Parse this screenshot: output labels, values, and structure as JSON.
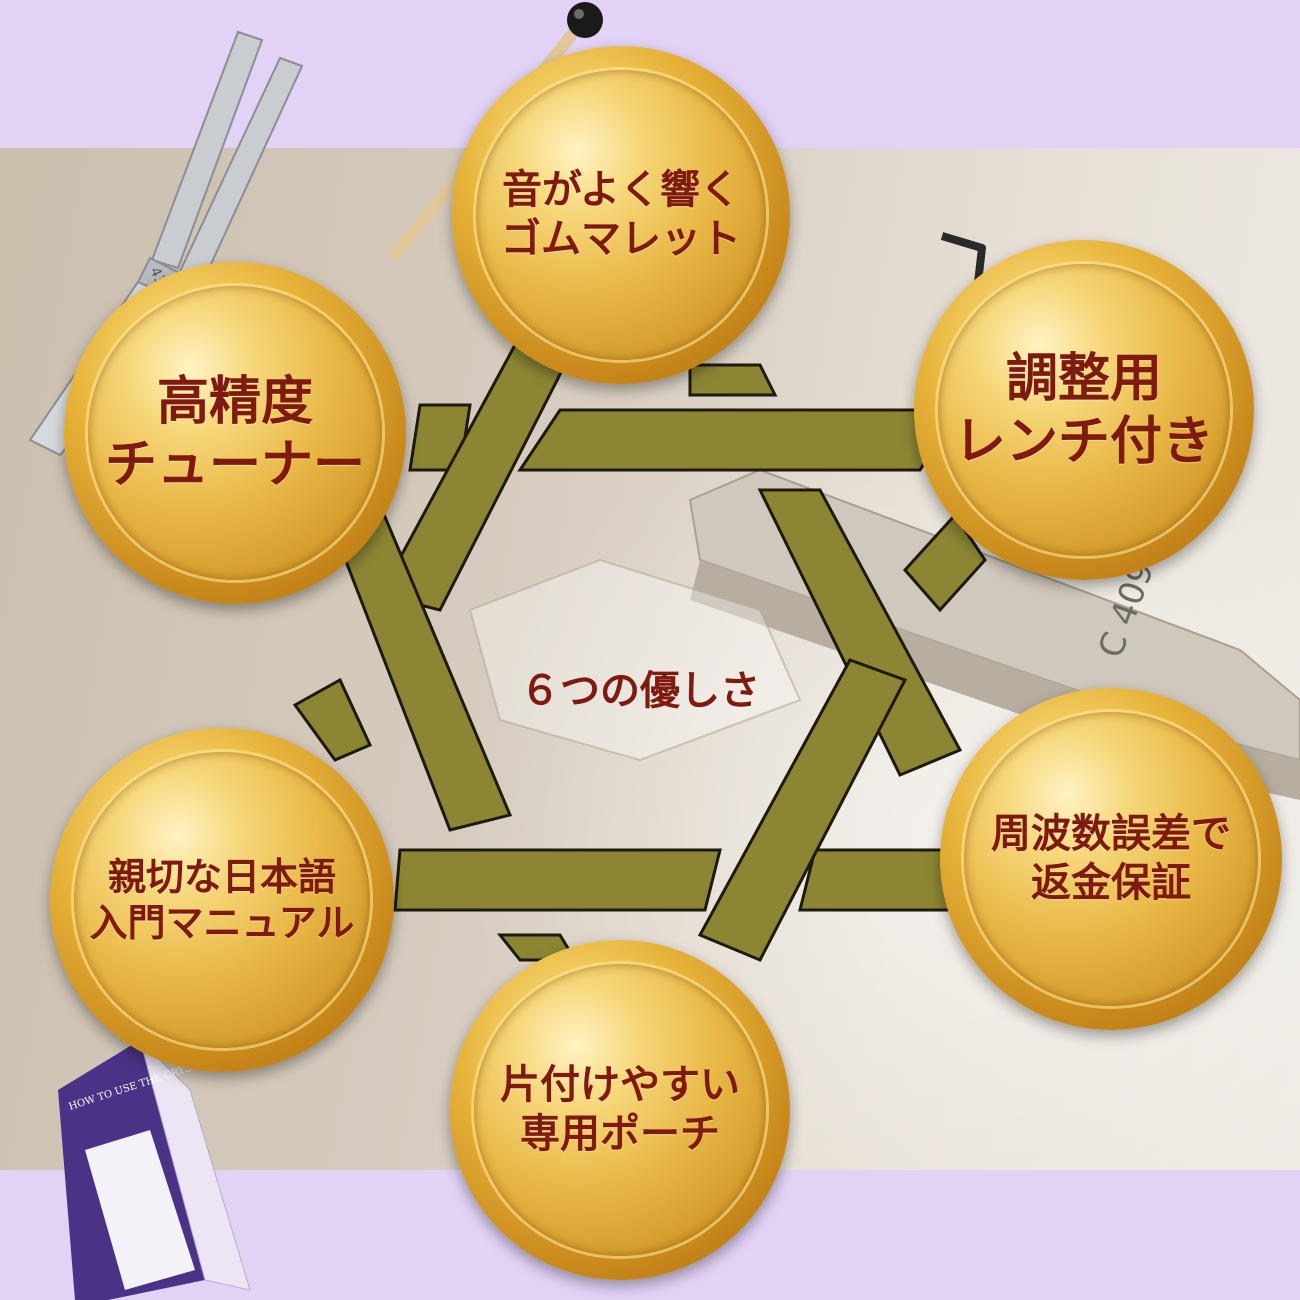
{
  "center_title": "６つの優しさ",
  "features": [
    {
      "lines": [
        "音がよく響く",
        "ゴムマレット"
      ]
    },
    {
      "lines": [
        "調整用",
        "レンチ付き"
      ]
    },
    {
      "lines": [
        "周波数誤差で",
        "返金保証"
      ]
    },
    {
      "lines": [
        "片付けやすい",
        "専用ポーチ"
      ]
    },
    {
      "lines": [
        "親切な日本語",
        "入門マニュアル"
      ]
    },
    {
      "lines": [
        "高精度",
        "チューナー"
      ]
    }
  ],
  "decor": {
    "tuning_fork_engraving": "432Hz",
    "bar_engraving": "C 4096",
    "manual_cover_title": "HOW TO USE\nTHE CRYSTAL TUNER"
  },
  "colors": {
    "background_lavender": "#e2d3f6",
    "hexagram_olive": "#8c8634",
    "medal_gold": "#e7b43b",
    "text_maroon": "#7e1a10"
  }
}
